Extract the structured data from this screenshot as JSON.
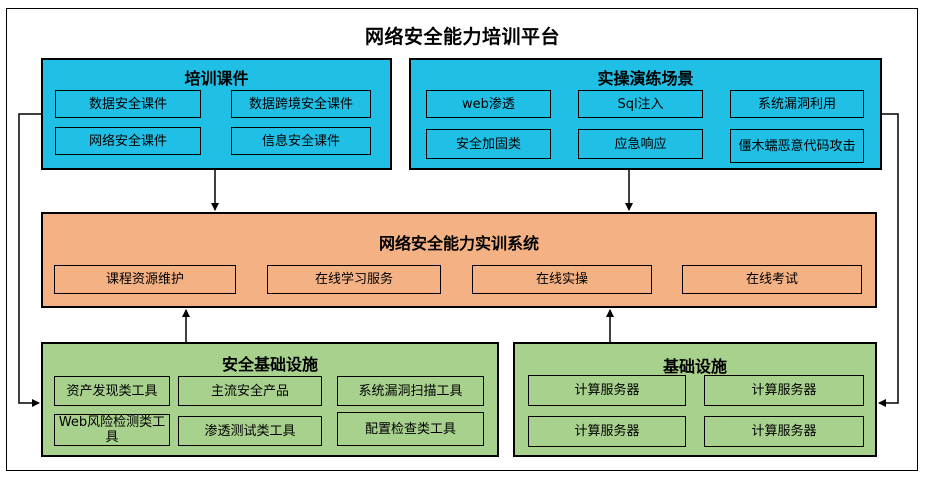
{
  "platform_title": "网络安全能力培训平台",
  "training_courses": {
    "title": "培训课件",
    "items": [
      "数据安全课件",
      "数据跨境安全课件",
      "网络安全课件",
      "信息安全课件"
    ]
  },
  "practice_scenes": {
    "title": "实操演练场景",
    "items": [
      "web渗透",
      "Sql注入",
      "系统漏洞利用",
      "安全加固类",
      "应急响应",
      "僵木蠕恶意代码攻击"
    ]
  },
  "training_system": {
    "title": "网络安全能力实训系统",
    "items": [
      "课程资源维护",
      "在线学习服务",
      "在线实操",
      "在线考试"
    ]
  },
  "security_infra": {
    "title": "安全基础设施",
    "items": [
      "资产发现类工具",
      "主流安全产品",
      "系统漏洞扫描工具",
      "Web风险检测类工具",
      "渗透测试类工具",
      "配置检查类工具"
    ]
  },
  "basic_infra": {
    "title": "基础设施",
    "items": [
      "计算服务器",
      "计算服务器",
      "计算服务器",
      "计算服务器"
    ]
  },
  "colors": {
    "blue": "#1fbfe6",
    "orange": "#f4b183",
    "green": "#a9d18e"
  }
}
